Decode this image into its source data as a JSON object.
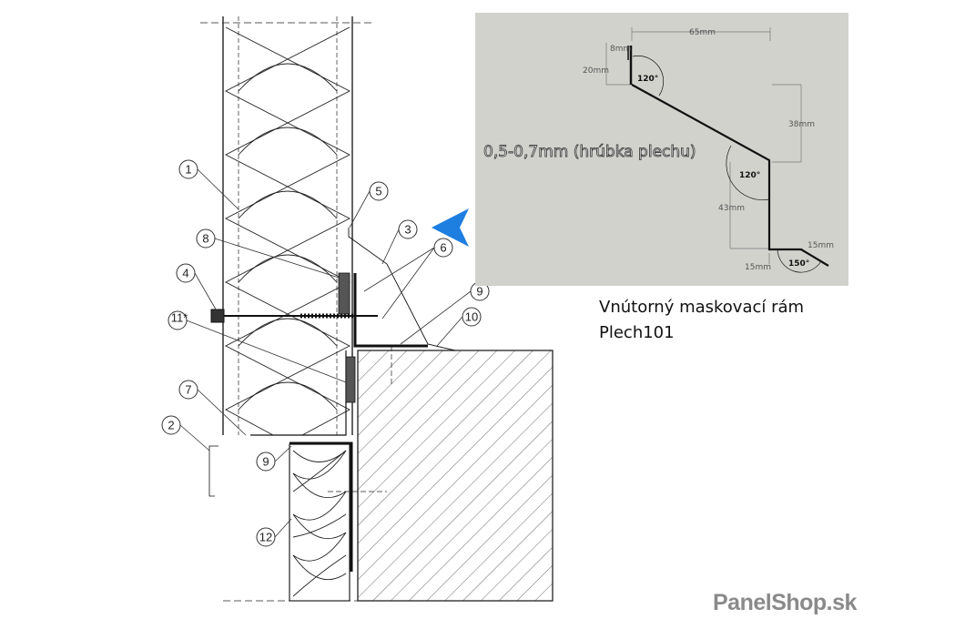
{
  "diagram": {
    "callouts": [
      "1",
      "2",
      "3",
      "4",
      "5",
      "6",
      "7",
      "8",
      "9",
      "10",
      "11*",
      "9",
      "12"
    ]
  },
  "inset": {
    "background": "#d2d2cd",
    "thickness_note": "0,5-0,7mm (hrúbka plechu)",
    "dimensions": {
      "top_width": "65mm",
      "lip": "8mm",
      "top_leg": "20mm",
      "mid_height": "38mm",
      "lower_leg": "43mm",
      "foot": "15mm",
      "end_lip": "15mm"
    },
    "angles": {
      "top": "120°",
      "middle": "120°",
      "bottom": "150°"
    }
  },
  "caption": {
    "line1": "Vnútorný maskovací rám",
    "line2": "Plech101"
  },
  "logo": "PanelShop.sk",
  "accent_color": "#1e7fe0"
}
